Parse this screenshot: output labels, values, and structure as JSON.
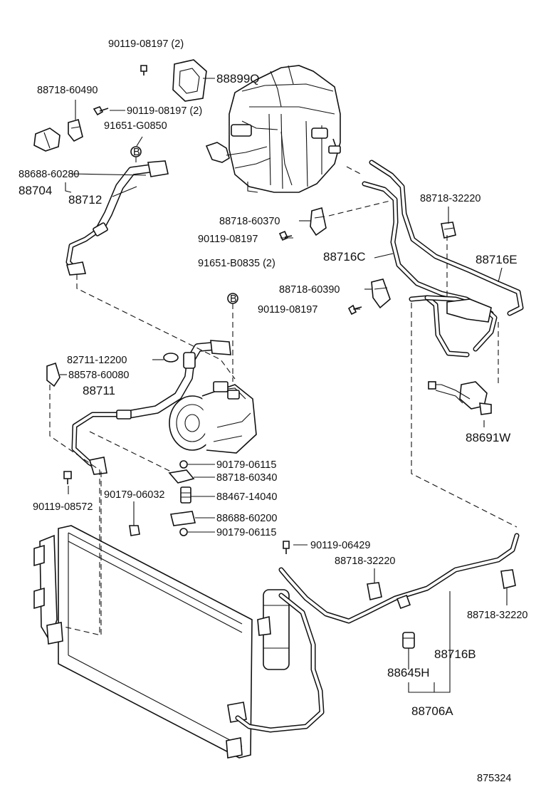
{
  "diagram_code": "875324",
  "labels": [
    {
      "id": "l01",
      "text": "90119-08197 (2)"
    },
    {
      "id": "l02",
      "text": "88899Q"
    },
    {
      "id": "l03",
      "text": "88718-60490"
    },
    {
      "id": "l04",
      "text": "90119-08197 (2)"
    },
    {
      "id": "l05",
      "text": "91651-G0850"
    },
    {
      "id": "l06",
      "text": "88688-60280"
    },
    {
      "id": "l07",
      "text": "88704"
    },
    {
      "id": "l08",
      "text": "88712"
    },
    {
      "id": "l09",
      "text": "88718-60370"
    },
    {
      "id": "l10",
      "text": "90119-08197"
    },
    {
      "id": "l11",
      "text": "88718-32220"
    },
    {
      "id": "l12",
      "text": "88716C"
    },
    {
      "id": "l13",
      "text": "88716E"
    },
    {
      "id": "l14",
      "text": "91651-B0835 (2)"
    },
    {
      "id": "l15",
      "text": "88718-60390"
    },
    {
      "id": "l16",
      "text": "90119-08197"
    },
    {
      "id": "l17",
      "text": "82711-12200"
    },
    {
      "id": "l18",
      "text": "88578-60080"
    },
    {
      "id": "l19",
      "text": "88711"
    },
    {
      "id": "l20",
      "text": "88691W"
    },
    {
      "id": "l21",
      "text": "90179-06115"
    },
    {
      "id": "l22",
      "text": "88718-60340"
    },
    {
      "id": "l23",
      "text": "90179-06032"
    },
    {
      "id": "l24",
      "text": "88467-14040"
    },
    {
      "id": "l25",
      "text": "90119-08572"
    },
    {
      "id": "l26",
      "text": "88688-60200"
    },
    {
      "id": "l27",
      "text": "90179-06115"
    },
    {
      "id": "l28",
      "text": "90119-06429"
    },
    {
      "id": "l29",
      "text": "88718-32220"
    },
    {
      "id": "l30",
      "text": "88718-32220"
    },
    {
      "id": "l31",
      "text": "88716B"
    },
    {
      "id": "l32",
      "text": "88645H"
    },
    {
      "id": "l33",
      "text": "88706A"
    }
  ],
  "markers": [
    {
      "id": "m1",
      "text": "B"
    },
    {
      "id": "m2",
      "text": "B"
    }
  ]
}
